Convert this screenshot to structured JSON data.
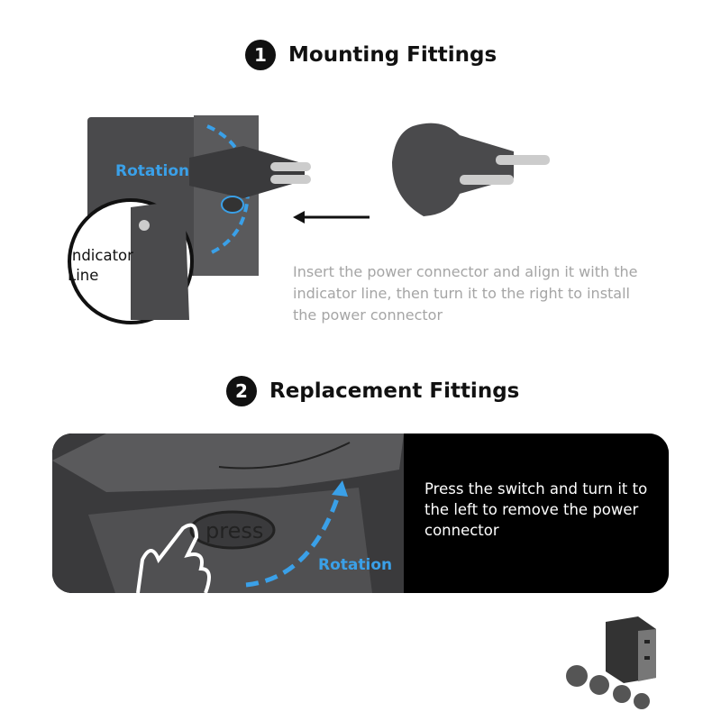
{
  "section1": {
    "number": "1",
    "title": "Mounting Fittings",
    "rotation_label": "Rotation",
    "indicator_label": "Indicator Line",
    "description": "Insert the power connector and align it with the indicator line, then turn it to the right to install the power connector"
  },
  "section2": {
    "number": "2",
    "title": "Replacement Fittings",
    "button_label": "press",
    "rotation_label": "Rotation",
    "description": "Press the switch and turn it to the left to remove the power connector"
  },
  "colors": {
    "accent": "#3aa0e8",
    "body": "#4a4a4c",
    "panel": "#000000"
  }
}
